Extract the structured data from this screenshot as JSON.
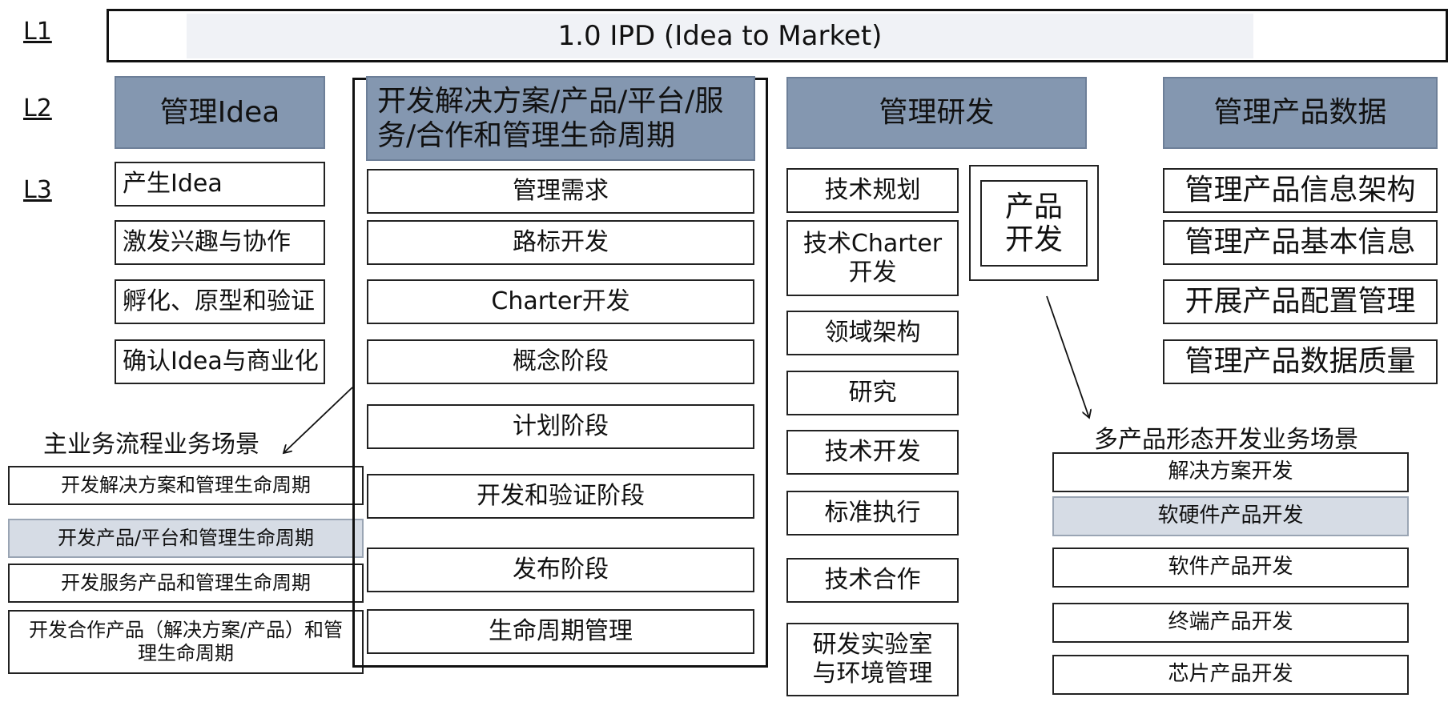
{
  "title": "1.0 IPD (Idea to Market)",
  "levels": [
    "L1",
    "L2",
    "L3"
  ],
  "col1": {
    "header": "管理Idea",
    "items": [
      "产生Idea",
      "激发兴趣与协作",
      "孵化、原型和验证",
      "确认Idea与商业化"
    ]
  },
  "col2": {
    "header": "开发解决方案/产品/平台/服务/合作和管理生命周期",
    "items": [
      "管理需求",
      "路标开发",
      "Charter开发",
      "概念阶段",
      "计划阶段",
      "开发和验证阶段",
      "发布阶段",
      "生命周期管理"
    ]
  },
  "scenario_main": {
    "label": "主业务流程业务场景",
    "items": [
      "开发解决方案和管理生命周期",
      "开发产品/平台和管理生命周期",
      "开发服务产品和管理生命周期",
      "开发合作产品（解决方案/产品）和管理生命周期"
    ]
  },
  "col3": {
    "header": "管理研发",
    "items": [
      "技术规划",
      "技术Charter开发",
      "领域架构",
      "研究",
      "技术开发",
      "标准执行",
      "技术合作",
      "研发实验室与环境管理"
    ],
    "product_dev": "产品开发"
  },
  "scenario_multi": {
    "label": "多产品形态开发业务场景",
    "items": [
      "解决方案开发",
      "软硬件产品开发",
      "软件产品开发",
      "终端产品开发",
      "芯片产品开发"
    ]
  },
  "col4": {
    "header": "管理产品数据",
    "items": [
      "管理产品信息架构",
      "管理产品基本信息",
      "开展产品配置管理",
      "管理产品数据质量"
    ]
  },
  "colors": {
    "header_fill": "#8497b0",
    "highlight_fill": "#d6dce5",
    "title_fill": "#f0f2f6"
  }
}
